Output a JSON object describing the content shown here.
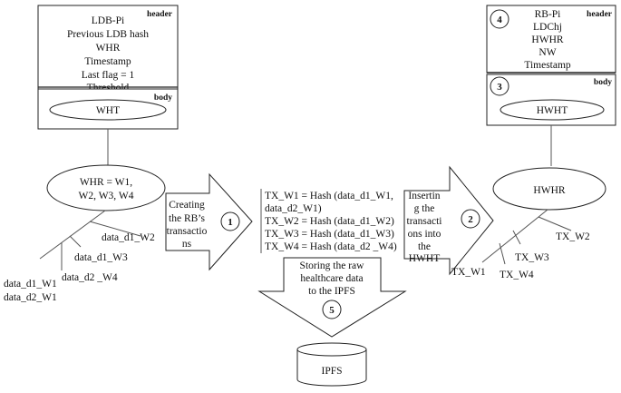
{
  "ldb": {
    "header_tag": "header",
    "body_tag": "body",
    "header_lines": [
      "LDB-Pi",
      "Previous LDB hash",
      "WHR",
      "Timestamp",
      "Last flag = 1",
      "Threshold"
    ],
    "body_oval": "WHT"
  },
  "rb": {
    "header_tag": "header",
    "body_tag": "body",
    "header_lines": [
      "RB-Pi",
      "LDChj",
      "HWHR",
      "NW",
      "Timestamp"
    ],
    "header_step": "4",
    "body_step": "3",
    "body_oval": "HWHT"
  },
  "left_tree": {
    "root_lines": [
      "WHR = W1,",
      "W2, W3, W4"
    ],
    "leaves": [
      "data_d1_W2",
      "data_d1_W3",
      "data_d2 _W4",
      "data_d1_W1",
      "data_d2_W1"
    ]
  },
  "right_tree": {
    "root": "HWHR",
    "leaves": [
      "TX_W2",
      "TX_W3",
      "TX_W1",
      "TX_W4"
    ]
  },
  "arrow1": {
    "lines": [
      "Creating",
      "the RB’s",
      "transactio",
      "ns"
    ],
    "step": "1"
  },
  "arrow2": {
    "lines": [
      "Insertin",
      "g the",
      "transacti",
      "ons into",
      "the",
      "HWHT"
    ],
    "step": "2"
  },
  "tx_list": [
    "TX_W1 = Hash (data_d1_W1,",
    "data_d2_W1)",
    "TX_W2 = Hash (data_d1_W2)",
    "TX_W3 = Hash (data_d1_W3)",
    "TX_W4 = Hash (data_d2 _W4)"
  ],
  "down_arrow": {
    "lines": [
      "Storing the raw",
      "healthcare  data",
      "to the IPFS"
    ],
    "step": "5"
  },
  "ipfs": {
    "label": "IPFS"
  }
}
